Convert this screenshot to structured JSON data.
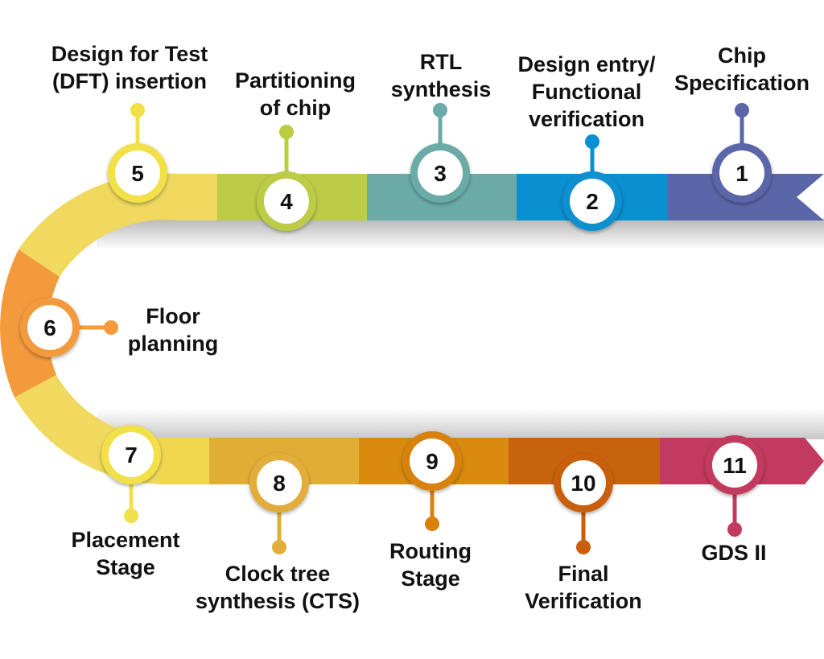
{
  "steps": [
    {
      "num": "1",
      "label": "Chip\nSpecification",
      "color": "#5a66a8"
    },
    {
      "num": "2",
      "label": "Design entry/\nFunctional\nverification",
      "color": "#0a8fd0"
    },
    {
      "num": "3",
      "label": "RTL\nsynthesis",
      "color": "#6aaba8"
    },
    {
      "num": "4",
      "label": "Partitioning\nof chip",
      "color": "#bccc47"
    },
    {
      "num": "5",
      "label": "Design for Test\n(DFT) insertion",
      "color": "#f2e04a"
    },
    {
      "num": "6",
      "label": "Floor\nplanning",
      "color": "#f39a3d"
    },
    {
      "num": "7",
      "label": "Placement\nStage",
      "color": "#f2e04a"
    },
    {
      "num": "8",
      "label": "Clock tree\nsynthesis (CTS)",
      "color": "#e2ad3a"
    },
    {
      "num": "9",
      "label": "Routing\nStage",
      "color": "#d8820d"
    },
    {
      "num": "10",
      "label": "Final\nVerification",
      "color": "#c85f0e"
    },
    {
      "num": "11",
      "label": "GDS II",
      "color": "#c23a5e"
    }
  ],
  "colors": {
    "band_top": [
      "#f0d95e",
      "#bccc47",
      "#6aaba8",
      "#0a8fd0",
      "#5a66a8"
    ],
    "band_bottom": [
      "#f2d64e",
      "#e0ae35",
      "#d98b10",
      "#c8630d",
      "#c23a5e"
    ],
    "curve": [
      "#f0d95e",
      "#f39a3d",
      "#f0d95e"
    ]
  }
}
